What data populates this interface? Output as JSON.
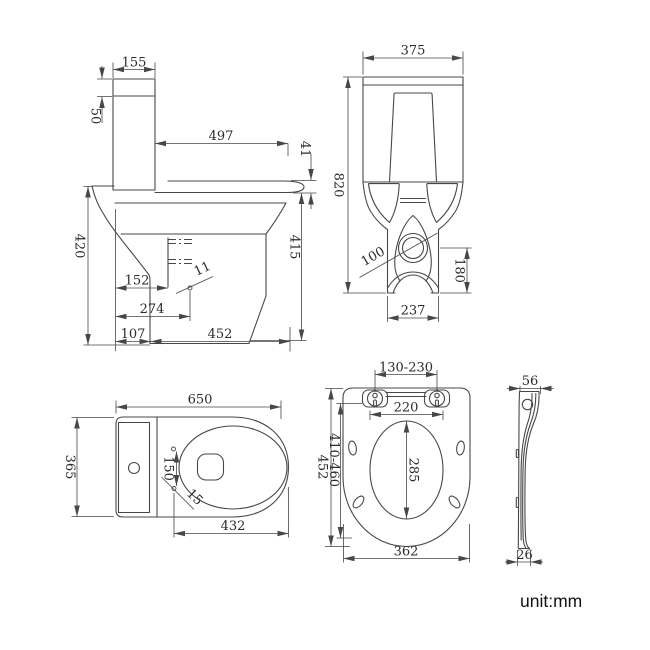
{
  "title": "toilet-technical-drawing",
  "unit_label": "unit:mm",
  "colors": {
    "line": "#474747",
    "text": "#2b2b2b",
    "background": "#ffffff"
  },
  "dims": {
    "side": {
      "tank_top_depth": "155",
      "lid_height": "50",
      "seat_depth": "497",
      "seat_thickness": "41",
      "overall_height": "420",
      "rim_height": "415",
      "inlet_offset": "152",
      "hole_diameter": "11",
      "trap_offset": "274",
      "back_clearance": "107",
      "base_depth": "452"
    },
    "front": {
      "tank_width": "375",
      "overall_height": "820",
      "trap_diameter": "100",
      "outlet_height": "180",
      "base_width": "237"
    },
    "top": {
      "overall_depth": "650",
      "overall_width": "365",
      "hole_spacing": "150",
      "hole_diameter": "15",
      "bowl_depth": "432"
    },
    "seat": {
      "hinge_spacing": "130-230",
      "inner_width": "220",
      "adjust_range": "410-460",
      "overall_length": "452",
      "inner_length": "285",
      "overall_width": "362"
    },
    "profile": {
      "top_width": "56",
      "bottom_width": "26"
    }
  }
}
